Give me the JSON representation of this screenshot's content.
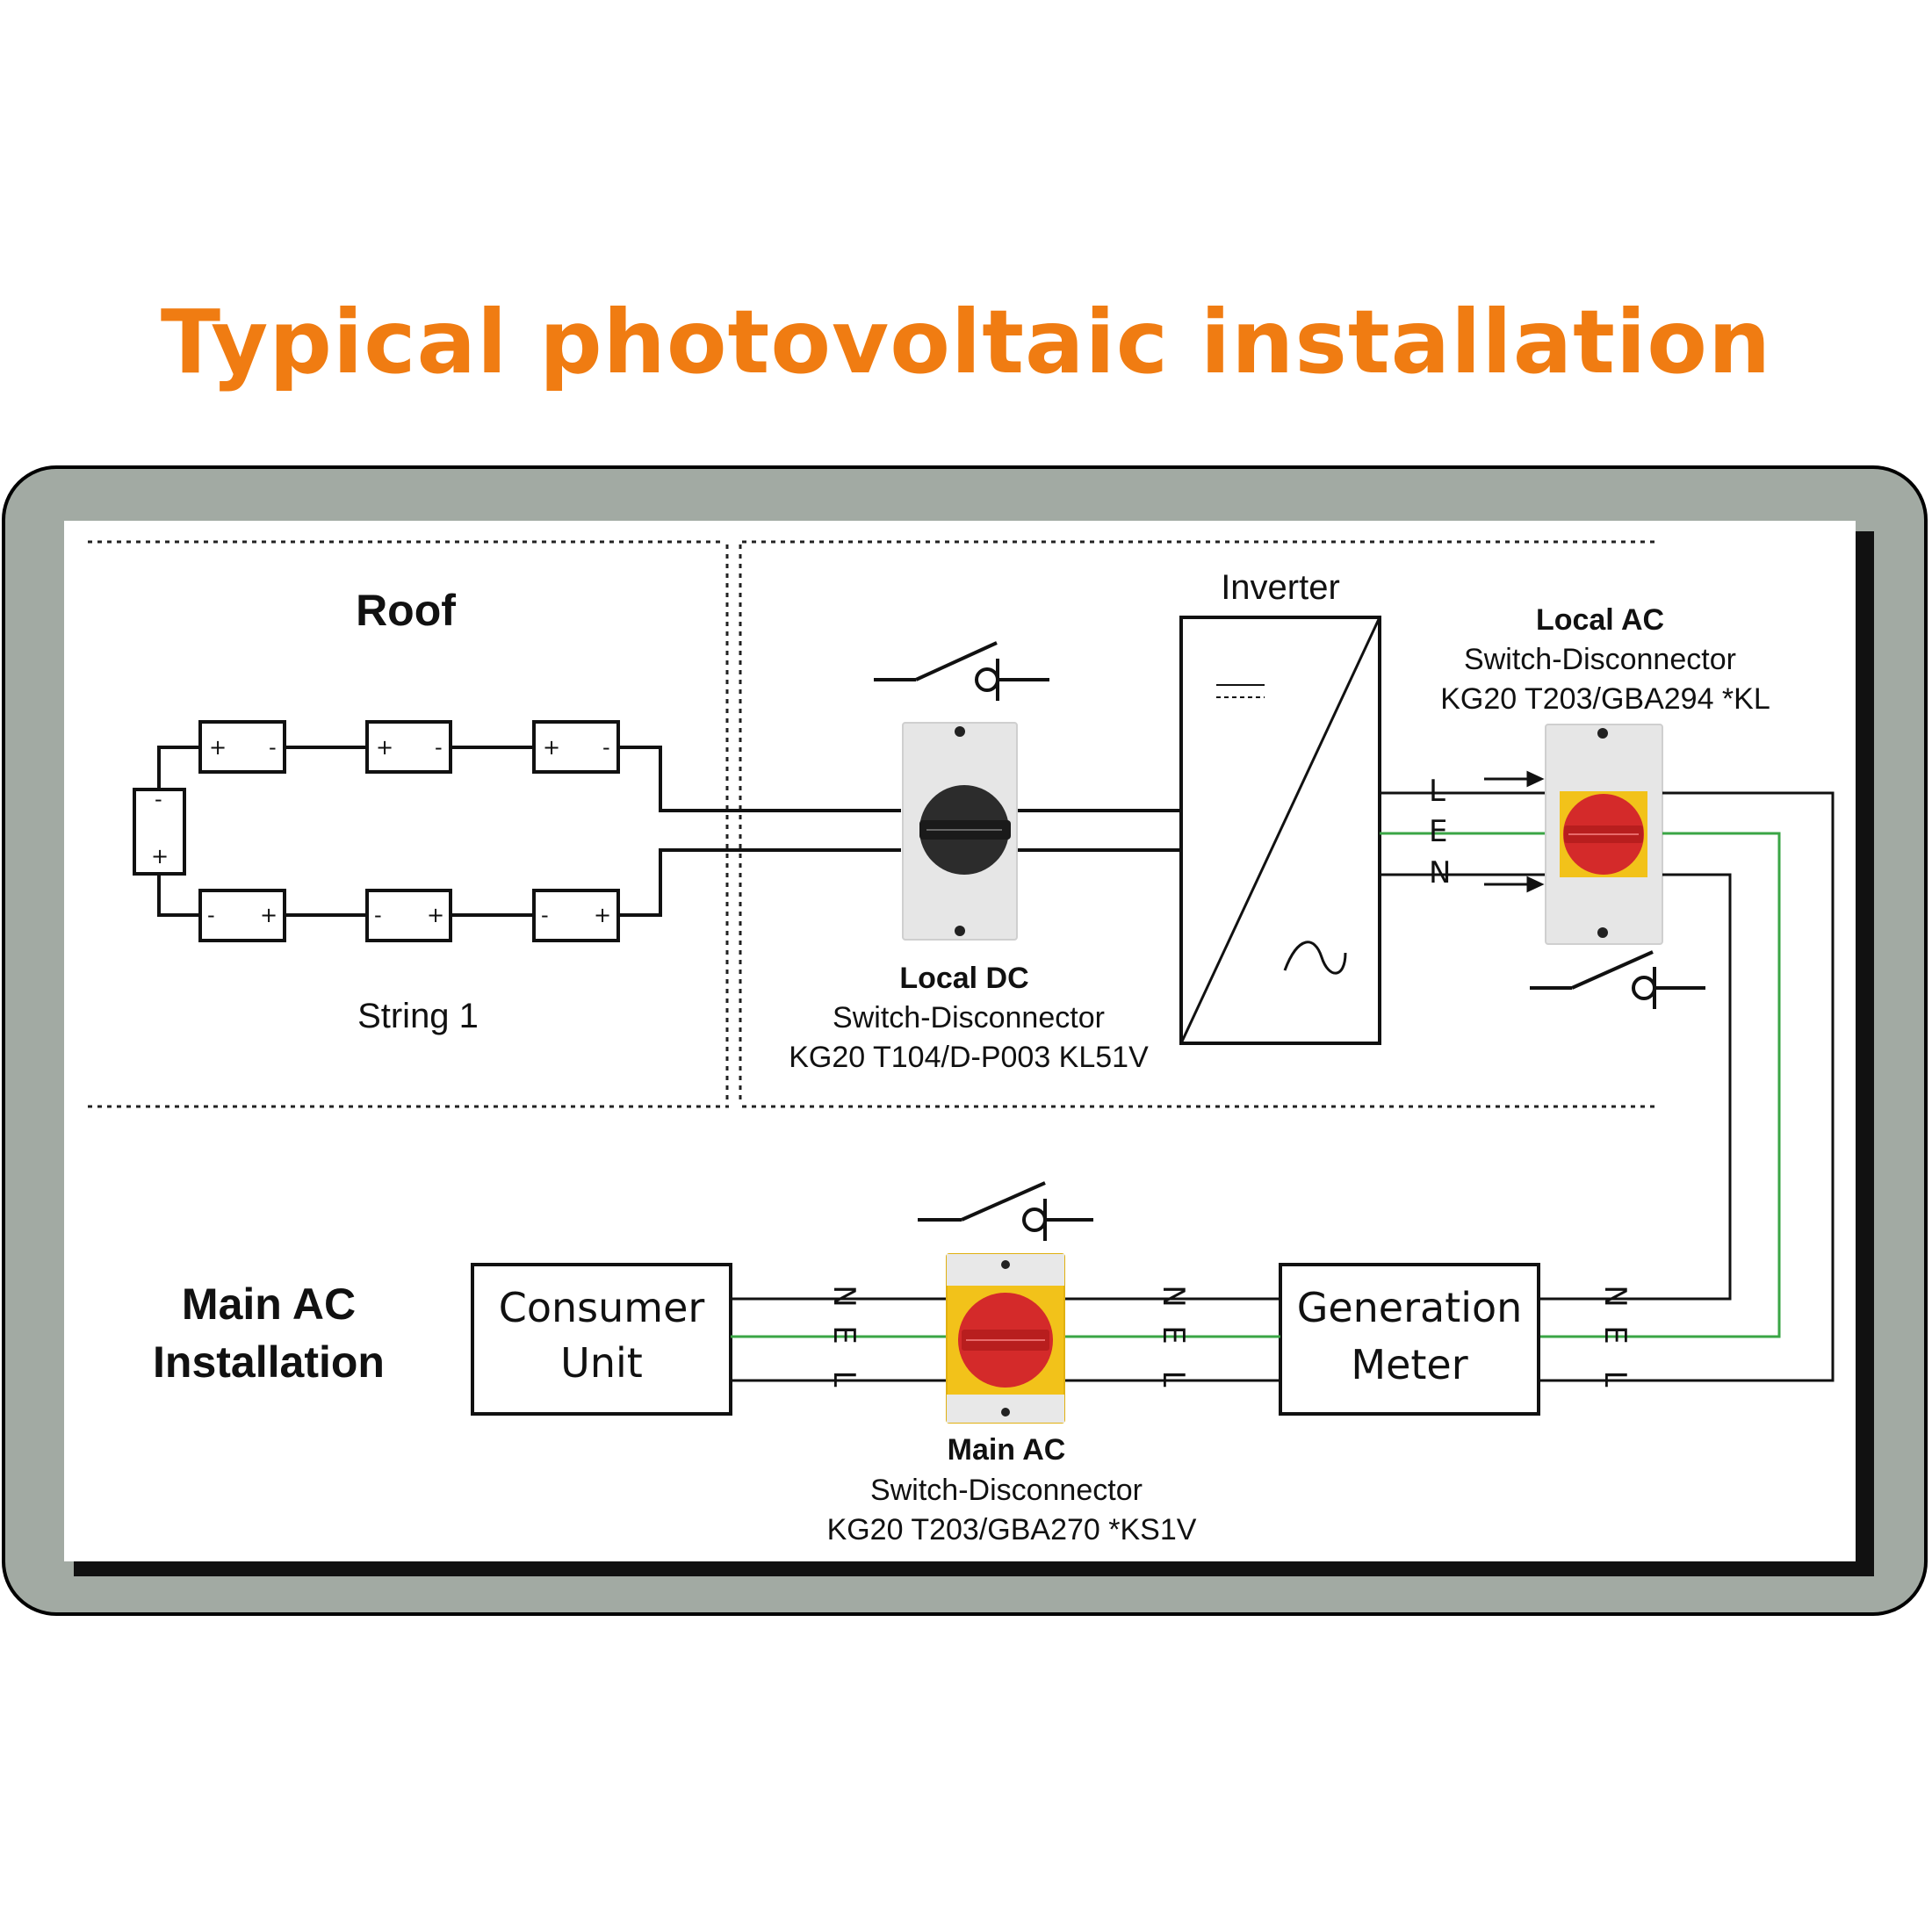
{
  "title": "Typical photovoltaic installation",
  "sections": {
    "roof": "Roof",
    "main_ac": [
      "Main AC",
      "Installation"
    ]
  },
  "string_label": "String 1",
  "inverter_label": "Inverter",
  "local_dc": {
    "name": "Local DC",
    "type": "Switch-Disconnector",
    "model": "KG20 T104/D-P003 KL51V"
  },
  "local_ac": {
    "name": "Local AC",
    "type": "Switch-Disconnector",
    "model": "KG20 T203/GBA294 *KL"
  },
  "main_ac": {
    "name": "Main AC",
    "type": "Switch-Disconnector",
    "model": "KG20 T203/GBA270 *KS1V"
  },
  "consumer_unit": [
    "Consumer",
    "Unit"
  ],
  "generation_meter": [
    "Generation",
    "Meter"
  ],
  "line_letters": {
    "L": "L",
    "E": "E",
    "N": "N"
  },
  "panel_signs": {
    "plus": "+",
    "minus": "-"
  },
  "colors": {
    "title": "#f07c12",
    "frame": "#a2aaa3",
    "earth_wire": "#3aa545",
    "switch_red": "#d42a2a",
    "switch_yellow": "#f2c21a",
    "switch_body": "#e6e6e6",
    "dc_knob": "#2c2c2c"
  },
  "icons": [
    "switch-symbol-icon",
    "arrow-right-icon",
    "sine-wave-icon",
    "dc-symbol-icon"
  ]
}
